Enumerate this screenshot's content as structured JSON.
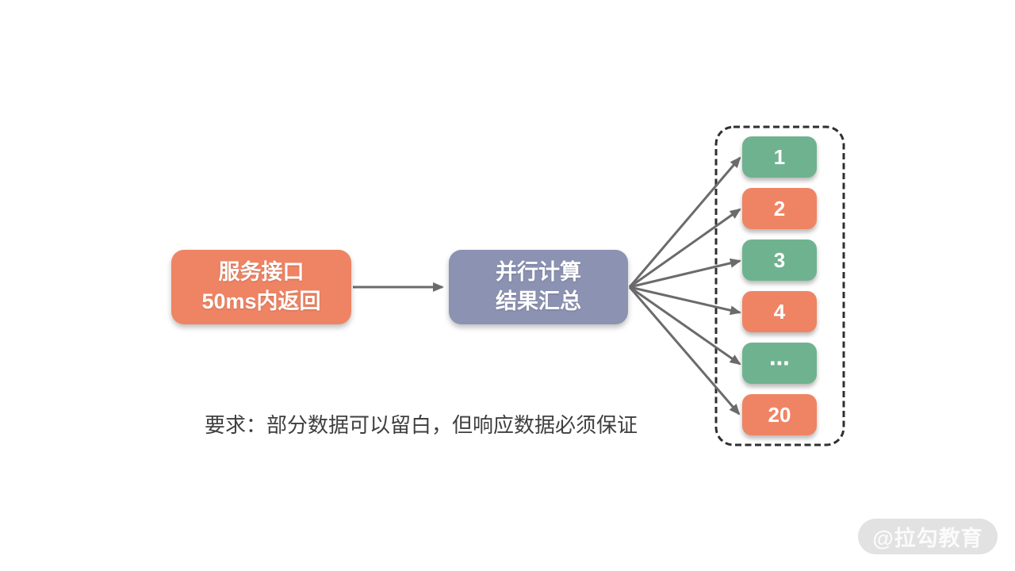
{
  "colors": {
    "canvas": "#FFFFFF",
    "orange": "#EF8464",
    "green": "#6FB28F",
    "purple": "#8C92B2",
    "arrow": "#6B6B6B",
    "dash": "#2F2F2F",
    "note": "#3F3F3F",
    "wmBg": "#E2E2E2",
    "wmText": "#FBFBFB"
  },
  "diagram": {
    "service_node": {
      "line1": "服务接口",
      "line2": "50ms内返回"
    },
    "compute_node": {
      "line1": "并行计算",
      "line2": "结果汇总"
    },
    "tasks_panel": {
      "boxes": [
        {
          "label": "1",
          "color": "green"
        },
        {
          "label": "2",
          "color": "orange"
        },
        {
          "label": "3",
          "color": "green"
        },
        {
          "label": "4",
          "color": "orange"
        },
        {
          "label": "⋯",
          "color": "green"
        },
        {
          "label": "20",
          "color": "orange"
        }
      ]
    },
    "note": "要求：部分数据可以留白，但响应数据必须保证",
    "watermark": "@拉勾教育"
  }
}
